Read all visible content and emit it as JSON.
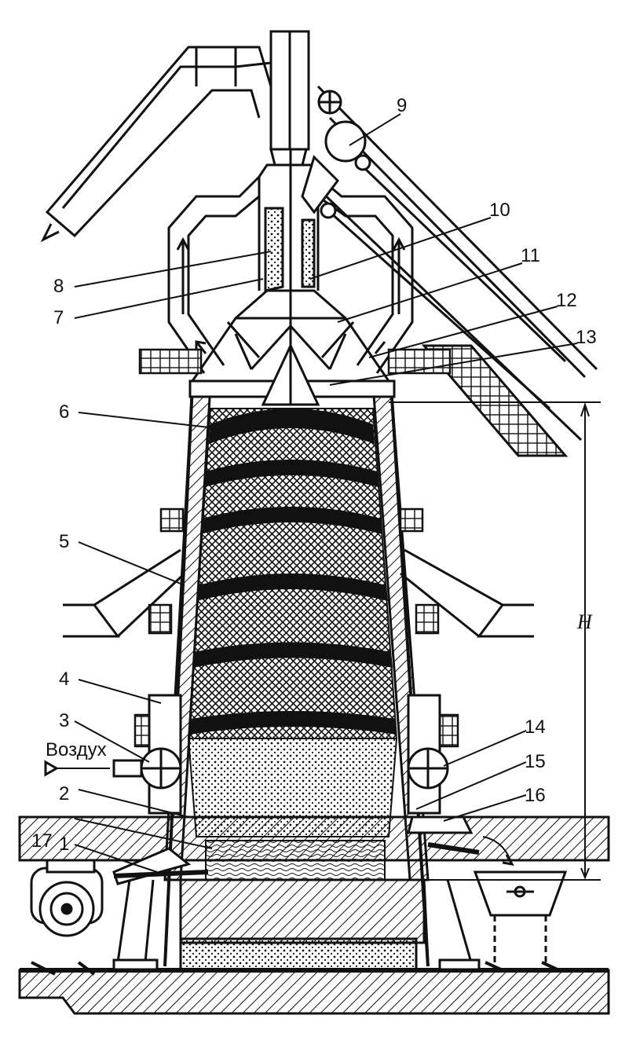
{
  "figure": {
    "labels": [
      {
        "id": "1",
        "text": "1"
      },
      {
        "id": "2",
        "text": "2"
      },
      {
        "id": "3",
        "text": "3"
      },
      {
        "id": "4",
        "text": "4"
      },
      {
        "id": "5",
        "text": "5"
      },
      {
        "id": "6",
        "text": "6"
      },
      {
        "id": "7",
        "text": "7"
      },
      {
        "id": "8",
        "text": "8"
      },
      {
        "id": "9",
        "text": "9"
      },
      {
        "id": "10",
        "text": "10"
      },
      {
        "id": "11",
        "text": "11"
      },
      {
        "id": "12",
        "text": "12"
      },
      {
        "id": "13",
        "text": "13"
      },
      {
        "id": "14",
        "text": "14"
      },
      {
        "id": "15",
        "text": "15"
      },
      {
        "id": "16",
        "text": "16"
      },
      {
        "id": "17",
        "text": "17"
      }
    ],
    "air_label": "Воздух",
    "height_label": "H"
  },
  "colors": {
    "ink": "#111111",
    "paper": "#ffffff",
    "fill_gray": "#2a2a2a"
  }
}
